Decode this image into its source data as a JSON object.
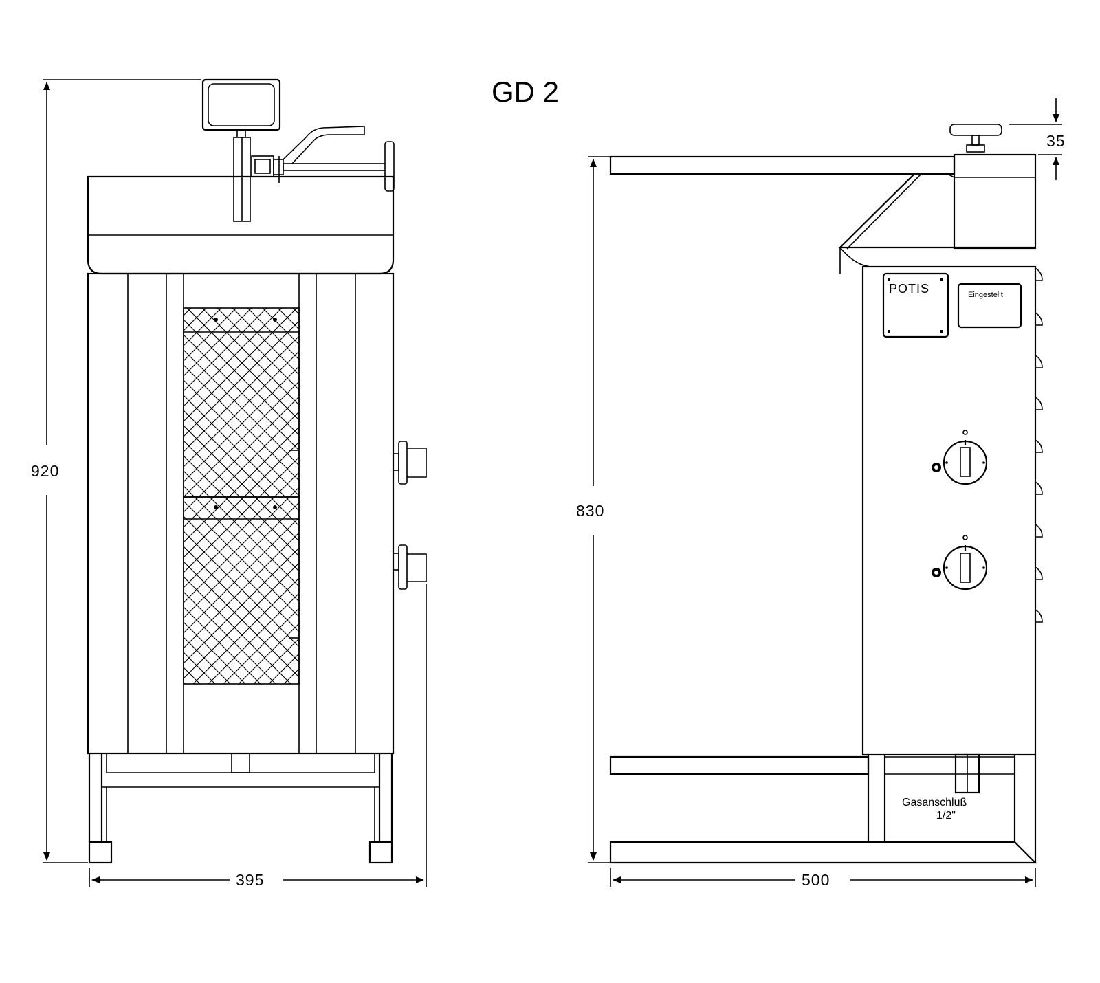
{
  "title": "GD 2",
  "front_view": {
    "height_dim": "920",
    "width_dim": "395"
  },
  "side_view": {
    "height_dim": "830",
    "width_dim": "500",
    "top_offset_dim": "35",
    "brand_plate": "POTIS",
    "status_label": "Eingestellt",
    "gas_connection_label": "Gasanschluß",
    "gas_connection_size": "1/2\""
  }
}
